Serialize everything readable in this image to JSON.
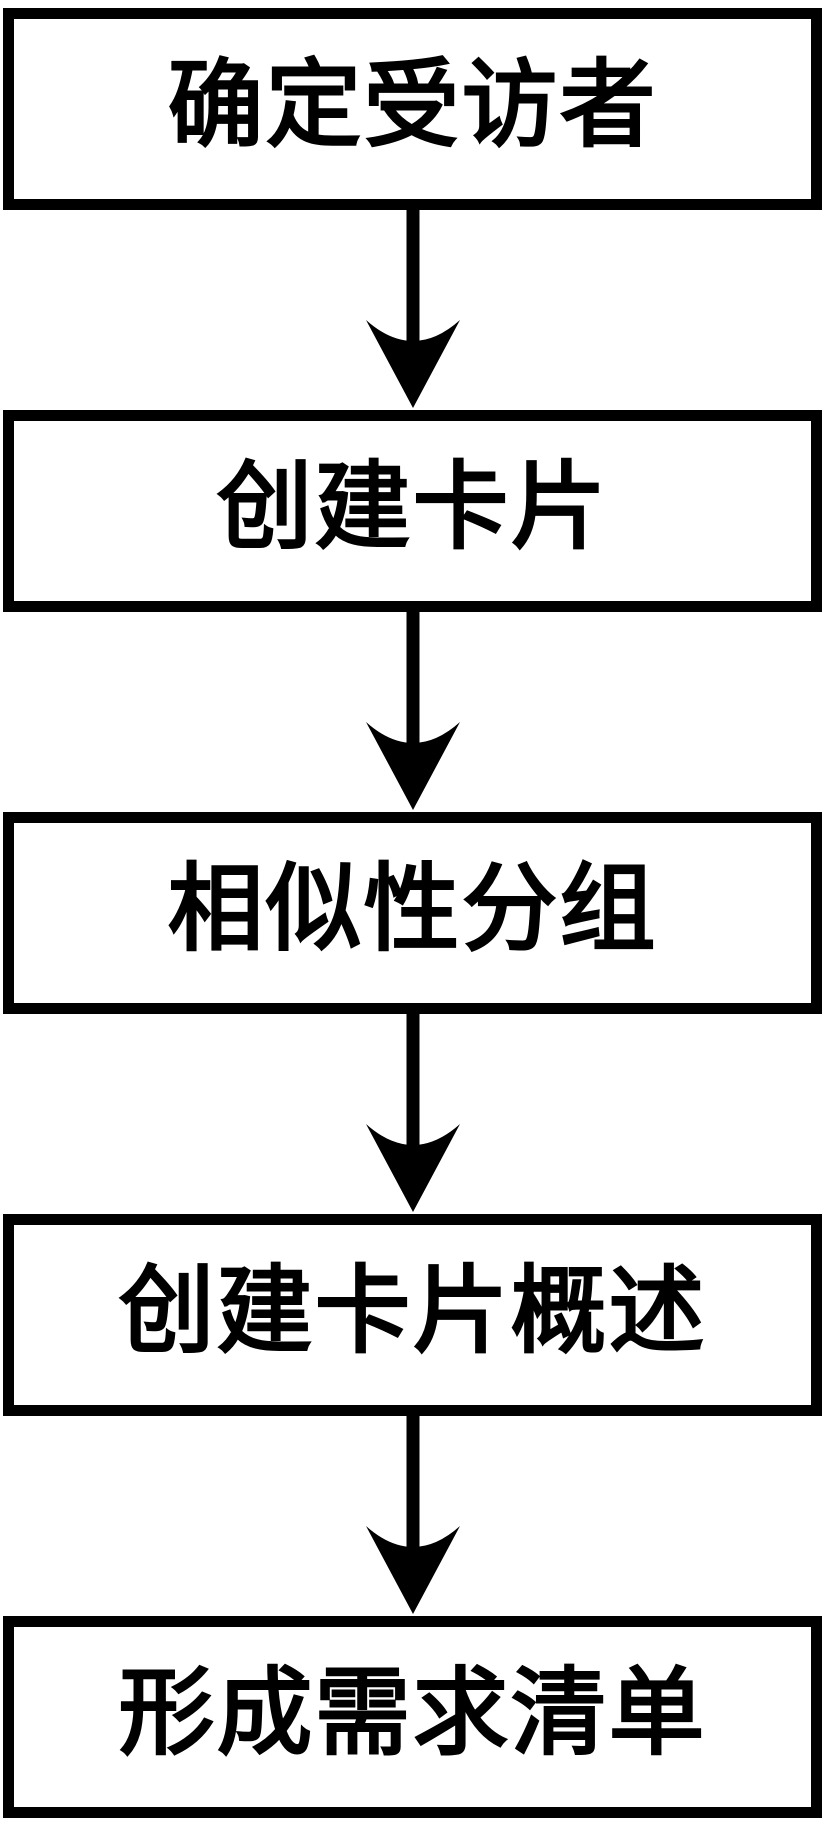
{
  "diagram": {
    "type": "flowchart",
    "direction": "top-to-bottom",
    "background_color": "#ffffff",
    "stroke_color": "#000000",
    "steps": [
      {
        "label": "确定受访者"
      },
      {
        "label": "创建卡片"
      },
      {
        "label": "相似性分组"
      },
      {
        "label": "创建卡片概述"
      },
      {
        "label": "形成需求清单"
      }
    ],
    "connectors": [
      {
        "from": 0,
        "to": 1,
        "style": "barbed-down-arrow"
      },
      {
        "from": 1,
        "to": 2,
        "style": "barbed-down-arrow"
      },
      {
        "from": 2,
        "to": 3,
        "style": "barbed-down-arrow"
      },
      {
        "from": 3,
        "to": 4,
        "style": "barbed-down-arrow"
      }
    ]
  }
}
